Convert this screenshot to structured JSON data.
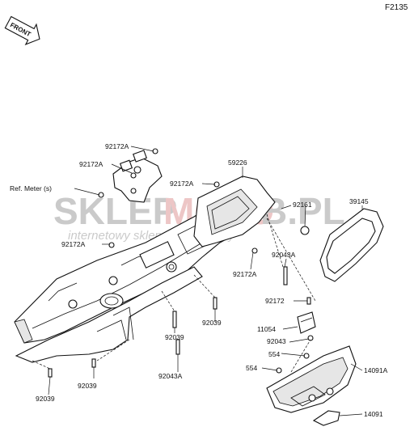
{
  "figure_code": "F2135",
  "front_label": "FRONT",
  "watermark": {
    "main_left": "SKLEP",
    "main_mid": "MOTO",
    "main_right": "B.PL",
    "sub": "internetowy sklep motocyklowy",
    "color_gray": "#b9b9b9",
    "color_red": "#e8b3b3"
  },
  "labels": {
    "ref_meter": "Ref. Meter (s)",
    "p92172A_top": "92172A",
    "p92172A_left": "92172A",
    "p92172A_mid": "92172A",
    "p92172A_lower_left": "92172A",
    "p92172A_lower_right": "92172A",
    "p59226": "59226",
    "p92161": "92161",
    "p39145": "39145",
    "p92043A_right": "92043A",
    "p92172": "92172",
    "p11054": "11054",
    "p92043": "92043",
    "p554_a": "554",
    "p554_b": "554",
    "p14091A": "14091A",
    "p14091": "14091",
    "p92039_a": "92039",
    "p92039_b": "92039",
    "p92039_c": "92039",
    "p92039_d": "92039",
    "p92043A_bottom": "92043A"
  }
}
